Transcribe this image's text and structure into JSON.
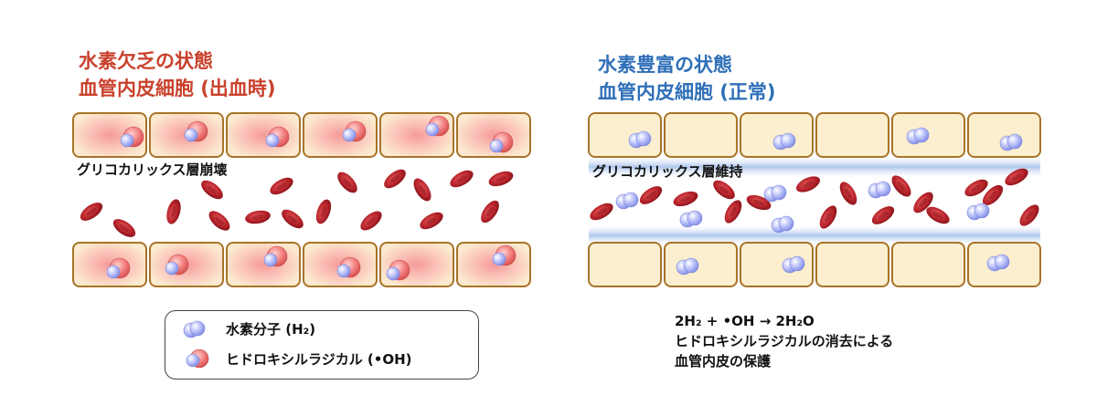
{
  "left_panel": {
    "title_line1": "水素欠乏の状態",
    "title_line2": "血管内皮細胞 (出血時)",
    "glycocalyx_label": "グリコカリックス層崩壊"
  },
  "right_panel": {
    "title_line1": "水素豊富の状態",
    "title_line2": "血管内皮細胞 (正常)",
    "glycocalyx_label": "グリコカリックス層維持"
  },
  "legend": {
    "h2_label": "水素分子 (H₂)",
    "oh_label": "ヒドロキシルラジカル (•OH)"
  },
  "reaction": {
    "equation": "2H₂ + •OH → 2H₂O",
    "line2": "ヒドロキシルラジカルの消去による",
    "line3": "血管内皮の保護"
  },
  "colors": {
    "title_red": "#c9412c",
    "title_blue": "#2f6fb8",
    "cell_fill": "#fbefcf",
    "cell_border": "#a8732a",
    "cell_inflamed": "#f7a3a3",
    "rbc": "#b5222a",
    "h2": "#9aa4f0",
    "oh": "#f07777",
    "glycocalyx": "#b9cdee"
  }
}
